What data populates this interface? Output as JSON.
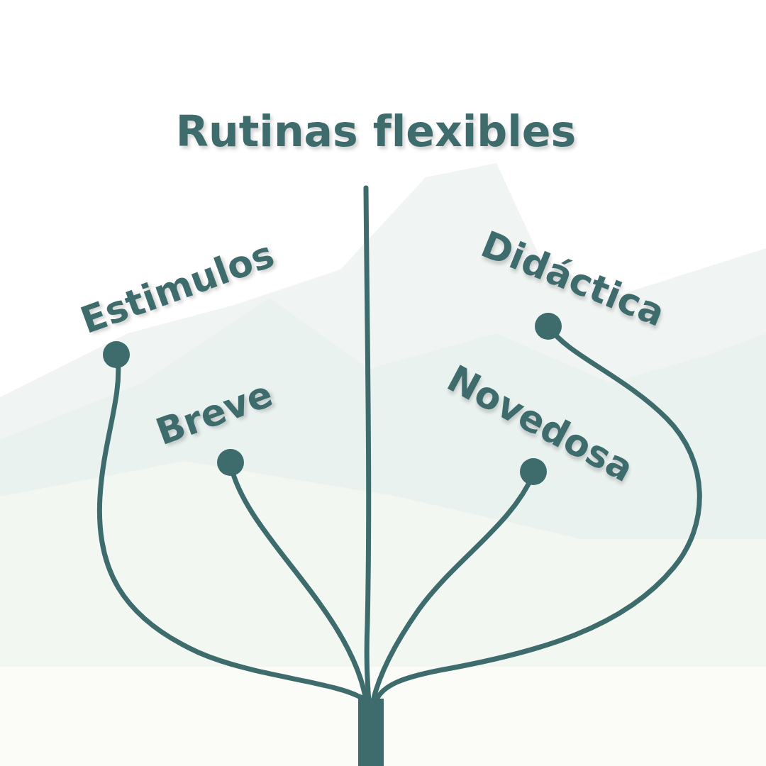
{
  "diagram": {
    "title": "Rutinas flexibles",
    "labels": [
      "Estimulos",
      "Breve",
      "Didáctica",
      "Novedosa"
    ]
  }
}
